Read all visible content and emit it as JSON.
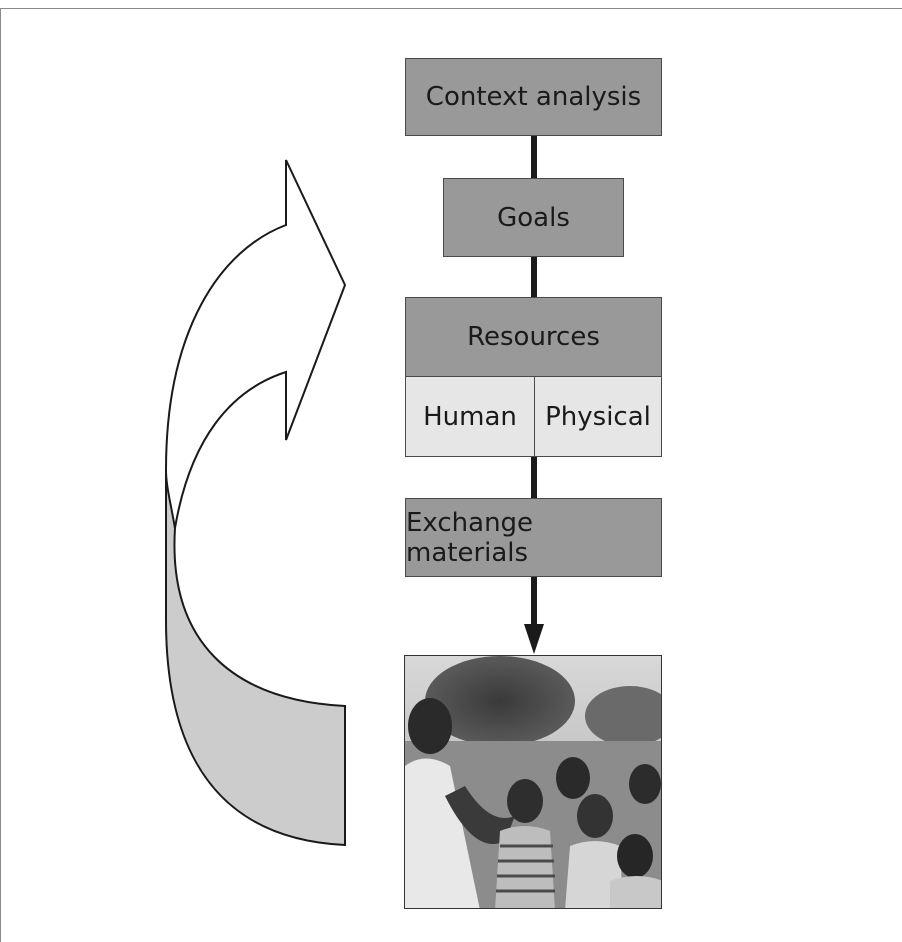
{
  "diagram": {
    "steps": [
      {
        "id": "context",
        "label": "Context analysis"
      },
      {
        "id": "goals",
        "label": "Goals"
      },
      {
        "id": "resources",
        "label": "Resources"
      },
      {
        "id": "exchange",
        "label": "Exchange materials"
      }
    ],
    "resources_split": {
      "human": "Human",
      "physical": "Physical"
    },
    "colors": {
      "box_fill": "#999999",
      "sub_box_fill": "#e6e6e6",
      "connector": "#1a1a1a",
      "curved_arrow_fill": "#cccccc",
      "curved_arrow_stroke": "#1a1a1a"
    },
    "photo": {
      "subject": "man-with-children-photo"
    }
  }
}
